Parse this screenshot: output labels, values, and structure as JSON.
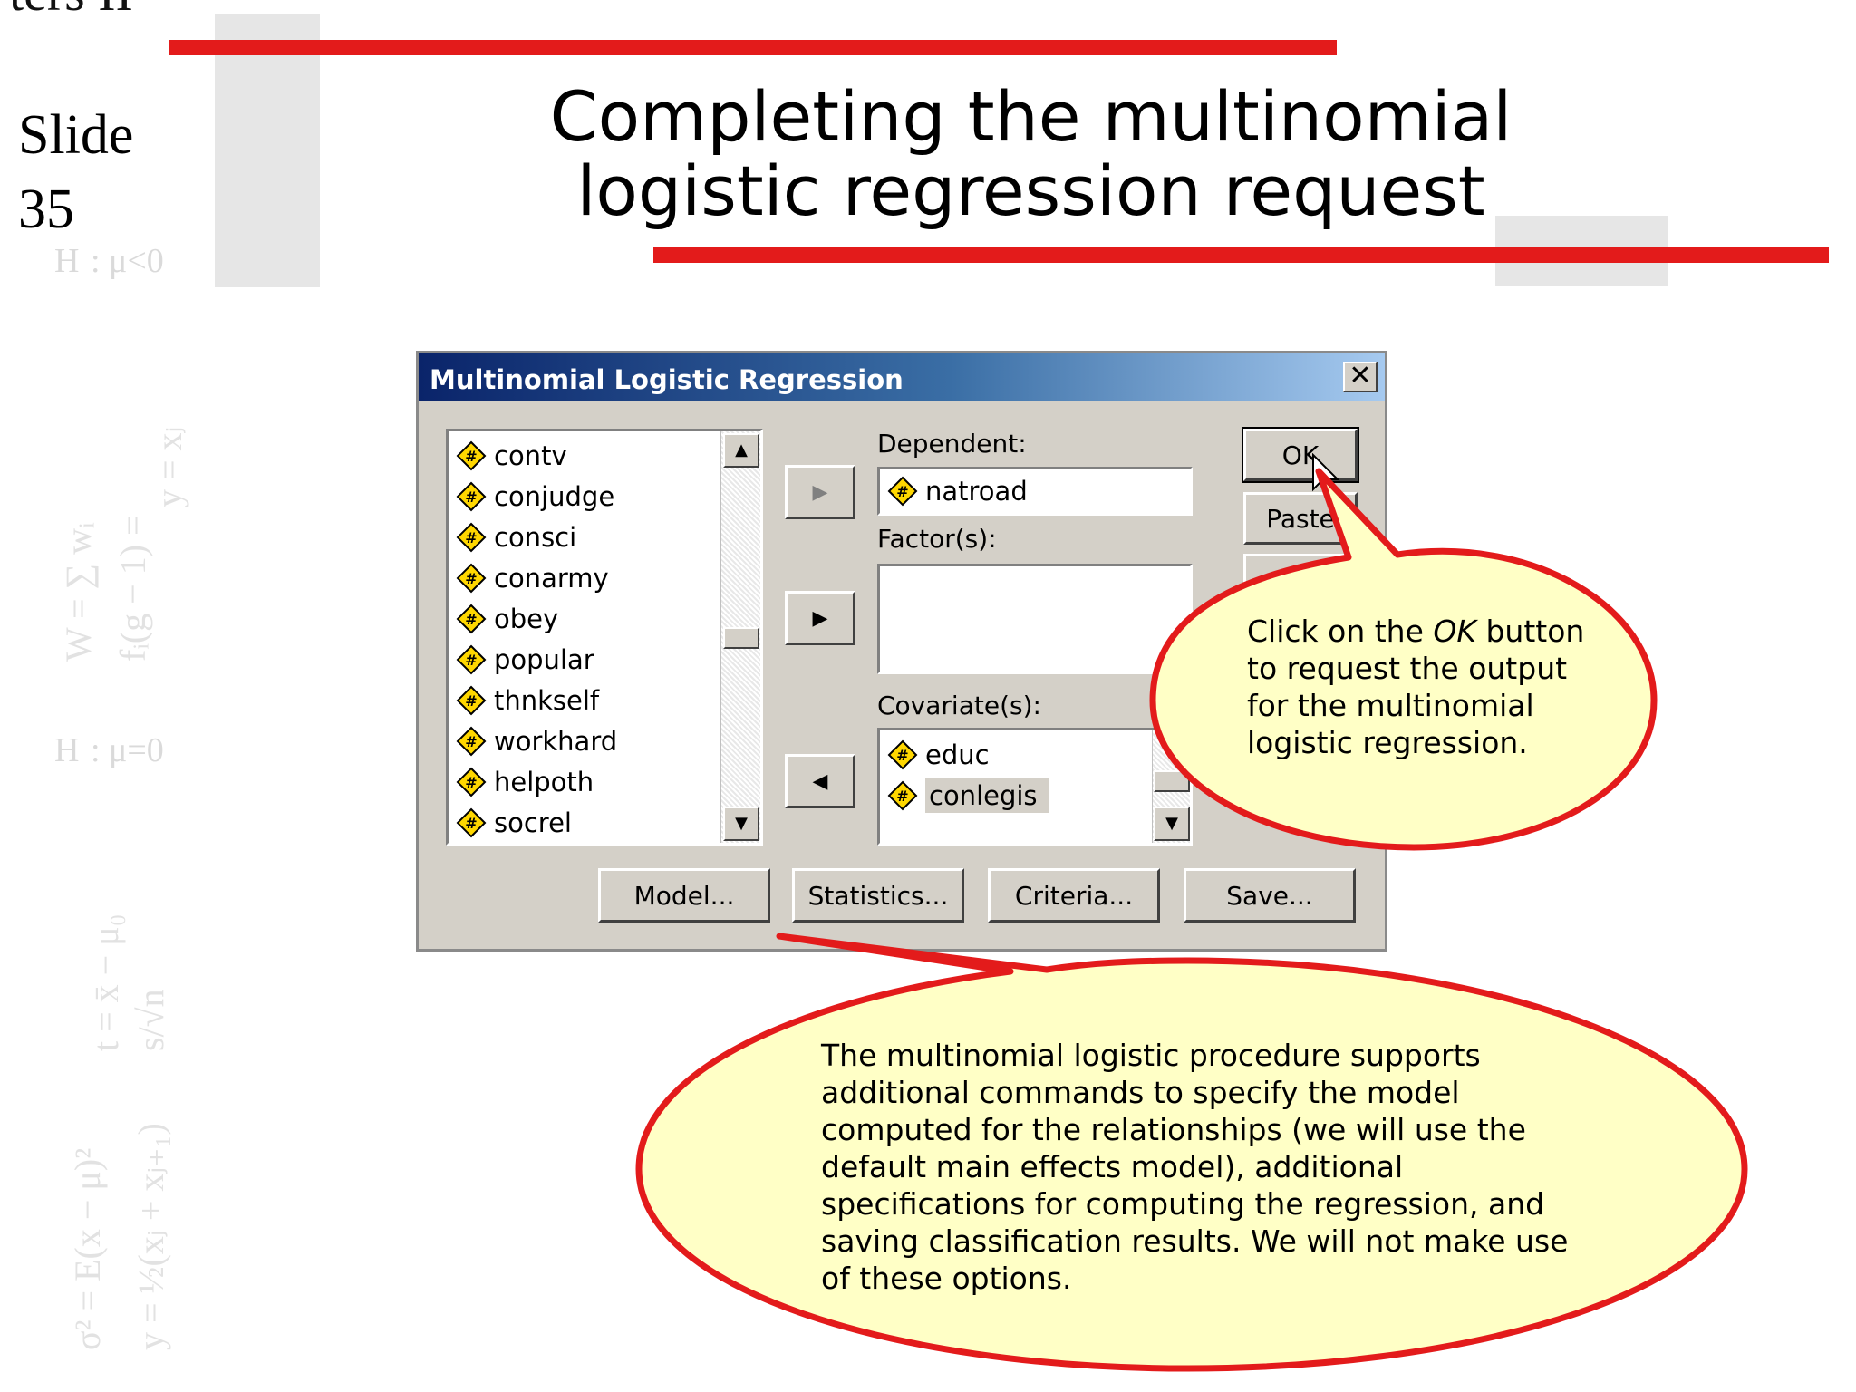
{
  "slide": {
    "cut_header": "ters II",
    "slide_label": "Slide",
    "slide_number": "35",
    "title_line1": "Completing the multinomial",
    "title_line2": "logistic regression request"
  },
  "dialog": {
    "title": "Multinomial Logistic Regression",
    "close_label": "✕",
    "variables": [
      "contv",
      "conjudge",
      "consci",
      "conarmy",
      "obey",
      "popular",
      "thnkself",
      "workhard",
      "helpoth",
      "socrel"
    ],
    "dependent_label": "Dependent:",
    "dependent_value": "natroad",
    "factors_label": "Factor(s):",
    "covariates_label": "Covariate(s):",
    "covariates": [
      "educ",
      "conlegis"
    ],
    "buttons": {
      "ok": "OK",
      "paste": "Paste",
      "model": "Model...",
      "statistics": "Statistics...",
      "criteria": "Criteria...",
      "save": "Save..."
    }
  },
  "callouts": {
    "ok_callout_pre": "Click on the ",
    "ok_callout_em": "OK",
    "ok_callout_post": " button to request the output for the multinomial logistic regression.",
    "bottom_callout": "The multinomial logistic procedure supports additional commands to specify the model computed for the relationships (we will use the default main effects model),  additional specifications for computing the regression, and saving classification results. We will not make use of these options."
  },
  "colors": {
    "accent_red": "#e31b1b",
    "callout_fill": "#ffffc6",
    "titlebar_start": "#0a246a",
    "titlebar_end": "#a6caf0",
    "dialog_face": "#d4d0c8"
  }
}
